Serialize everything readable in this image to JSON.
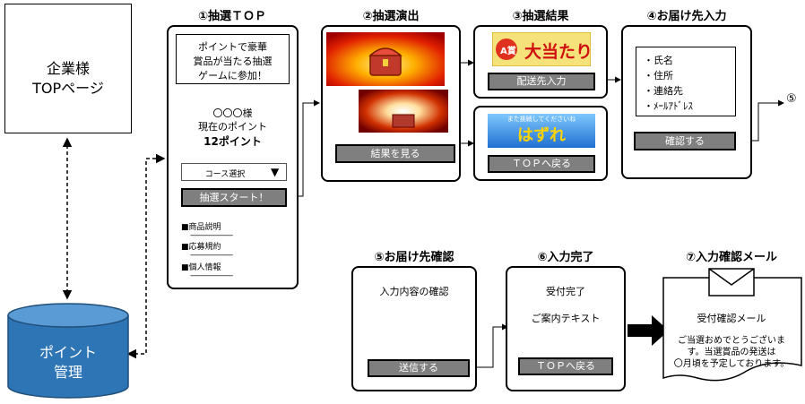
{
  "company_top": {
    "line1": "企業様",
    "line2": "TOPページ"
  },
  "point_db": {
    "line1": "ポイント",
    "line2": "管理"
  },
  "steps": {
    "s1": "①抽選ＴＯＰ",
    "s2": "②抽選演出",
    "s3": "③抽選結果",
    "s4": "④お届け先入力",
    "s5": "⑤お届け先確認",
    "s6": "⑥入力完了",
    "s7": "⑦入力確認メール"
  },
  "top_panel": {
    "promo_line1": "ポイントで豪華",
    "promo_line2": "賞品が当たる抽選",
    "promo_line3": "ゲームに参加！",
    "user_name": "〇〇〇様",
    "points_label": "現在のポイント",
    "points_value": "12ポイント",
    "course_select": "コース選択",
    "start_button": "抽選スタート！",
    "links": [
      "■商品説明",
      "■応募規約",
      "■個人情報"
    ]
  },
  "draw_panel": {
    "result_button": "結果を見る"
  },
  "result_panel": {
    "win_banner_prize": "A賞",
    "win_banner_text": "大当たり",
    "win_button": "配送先入力",
    "lose_banner_top": "また挑戦してくださいね",
    "lose_banner_text": "はずれ",
    "lose_button": "ＴＯＰへ戻る"
  },
  "address_panel": {
    "fields": [
      "・氏名",
      "・住所",
      "・連絡先",
      "・ﾒｰﾙｱﾄﾞﾚｽ"
    ],
    "confirm_button": "確認する",
    "next_marker": "⑤"
  },
  "confirm_panel": {
    "text": "入力内容の確認",
    "send_button": "送信する"
  },
  "complete_panel": {
    "line1": "受付完了",
    "line2": "ご案内テキスト",
    "back_button": "ＴＯＰへ戻る"
  },
  "mail_panel": {
    "title": "受付確認メール",
    "body_line1": "ご当選おめでとうございま",
    "body_line2": "す。当選賞品の発送は",
    "body_line3": "〇月頃を予定しております。"
  }
}
